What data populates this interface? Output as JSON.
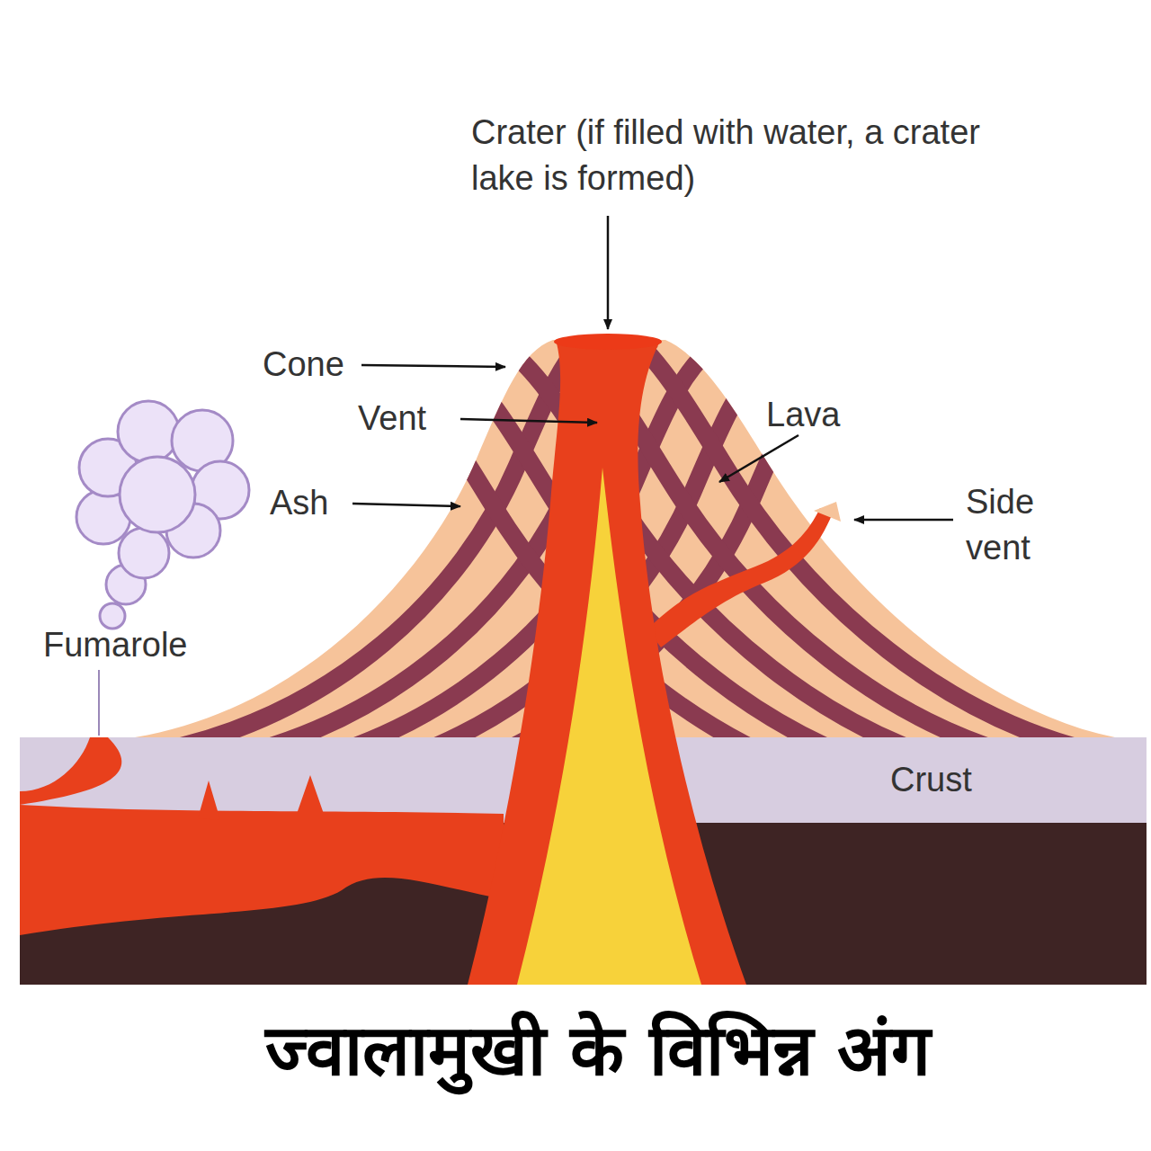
{
  "diagram": {
    "caption": "ज्वालामुखी के विभिन्न अंग",
    "labels": [
      "Crater (if filled with water, a crater lake is formed)",
      "Cone",
      "Vent",
      "Lava",
      "Ash",
      "Side vent",
      "Fumarole",
      "Crust"
    ]
  }
}
